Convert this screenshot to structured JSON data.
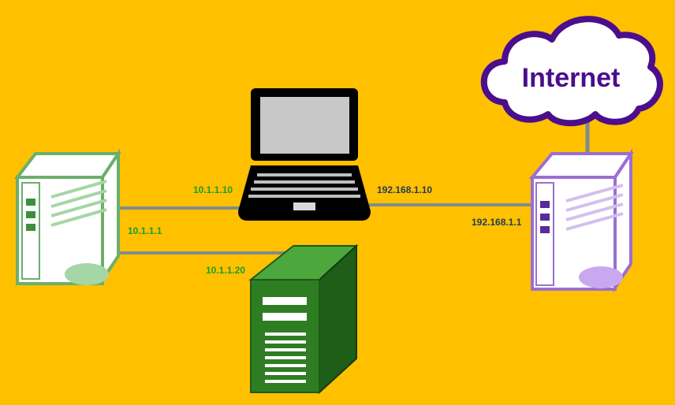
{
  "cloud": {
    "label": "Internet"
  },
  "labels": {
    "laptop_left_ip": "10.1.1.10",
    "router_left_ip": "10.1.1.1",
    "server_ip": "10.1.1.20",
    "laptop_right_ip": "192.168.1.10",
    "router_right_ip": "192.168.1.1"
  },
  "colors": {
    "background": "#FFC000",
    "green_router": "#6BAF6B",
    "purple_router": "#9B6FD0",
    "server": "#2E7D22",
    "link": "#7F8C8D",
    "green_text": "#1A9E2A",
    "dark_text": "#1F3A5A",
    "internet_text": "#4B0E8C"
  }
}
